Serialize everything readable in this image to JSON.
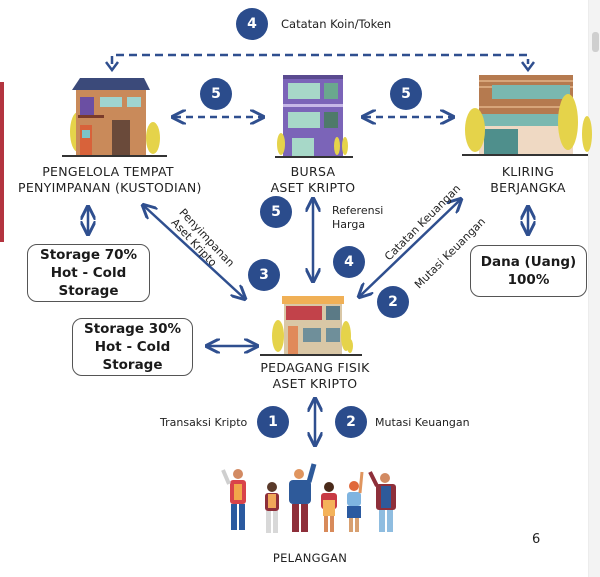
{
  "diagram": {
    "nodes": {
      "custodian": {
        "line1": "PENGELOLA TEMPAT",
        "line2": "PENYIMPANAN (KUSTODIAN)",
        "icon": "house-building-icon"
      },
      "exchange": {
        "line1": "BURSA",
        "line2": "ASET KRIPTO",
        "icon": "office-building-icon"
      },
      "clearing": {
        "line1": "KLIRING",
        "line2": "BERJANGKA",
        "icon": "commercial-building-icon"
      },
      "trader": {
        "line1": "PEDAGANG FISIK",
        "line2": "ASET KRIPTO",
        "icon": "shop-building-icon"
      },
      "customers": {
        "label": "PELANGGAN",
        "icon": "people-group-icon"
      }
    },
    "boxes": {
      "custodian_storage": {
        "line1": "Storage 70%",
        "line2": "Hot - Cold",
        "line3": "Storage"
      },
      "trader_storage": {
        "line1": "Storage 30%",
        "line2": "Hot - Cold",
        "line3": "Storage"
      },
      "clearing_funds": {
        "line1": "Dana (Uang)",
        "line2": "100%"
      }
    },
    "flows": {
      "top": {
        "number": "4",
        "label": "Catatan Koin/Token"
      },
      "custodian_exchange": {
        "number": "5"
      },
      "exchange_clearing": {
        "number": "5"
      },
      "exchange_trader": {
        "number": "5",
        "label_line1": "Referensi",
        "label_line2": "Harga"
      },
      "custodian_trader": {
        "number": "3",
        "label_line1": "Penyimpanan",
        "label_line2": "Aset Kripto"
      },
      "clearing_trader_record": {
        "number": "4",
        "label": "Catatan Keuangan"
      },
      "clearing_trader_mutation": {
        "number": "2",
        "label": "Mutasi Keuangan"
      },
      "customer_crypto": {
        "number": "1",
        "label": "Transaksi Kripto"
      },
      "customer_money": {
        "number": "2",
        "label": "Mutasi Keuangan"
      }
    },
    "page_number": "6",
    "colors": {
      "badge": "#2b4c8c",
      "arrow": "#2f4f8f",
      "accent": "#b3343f"
    }
  }
}
